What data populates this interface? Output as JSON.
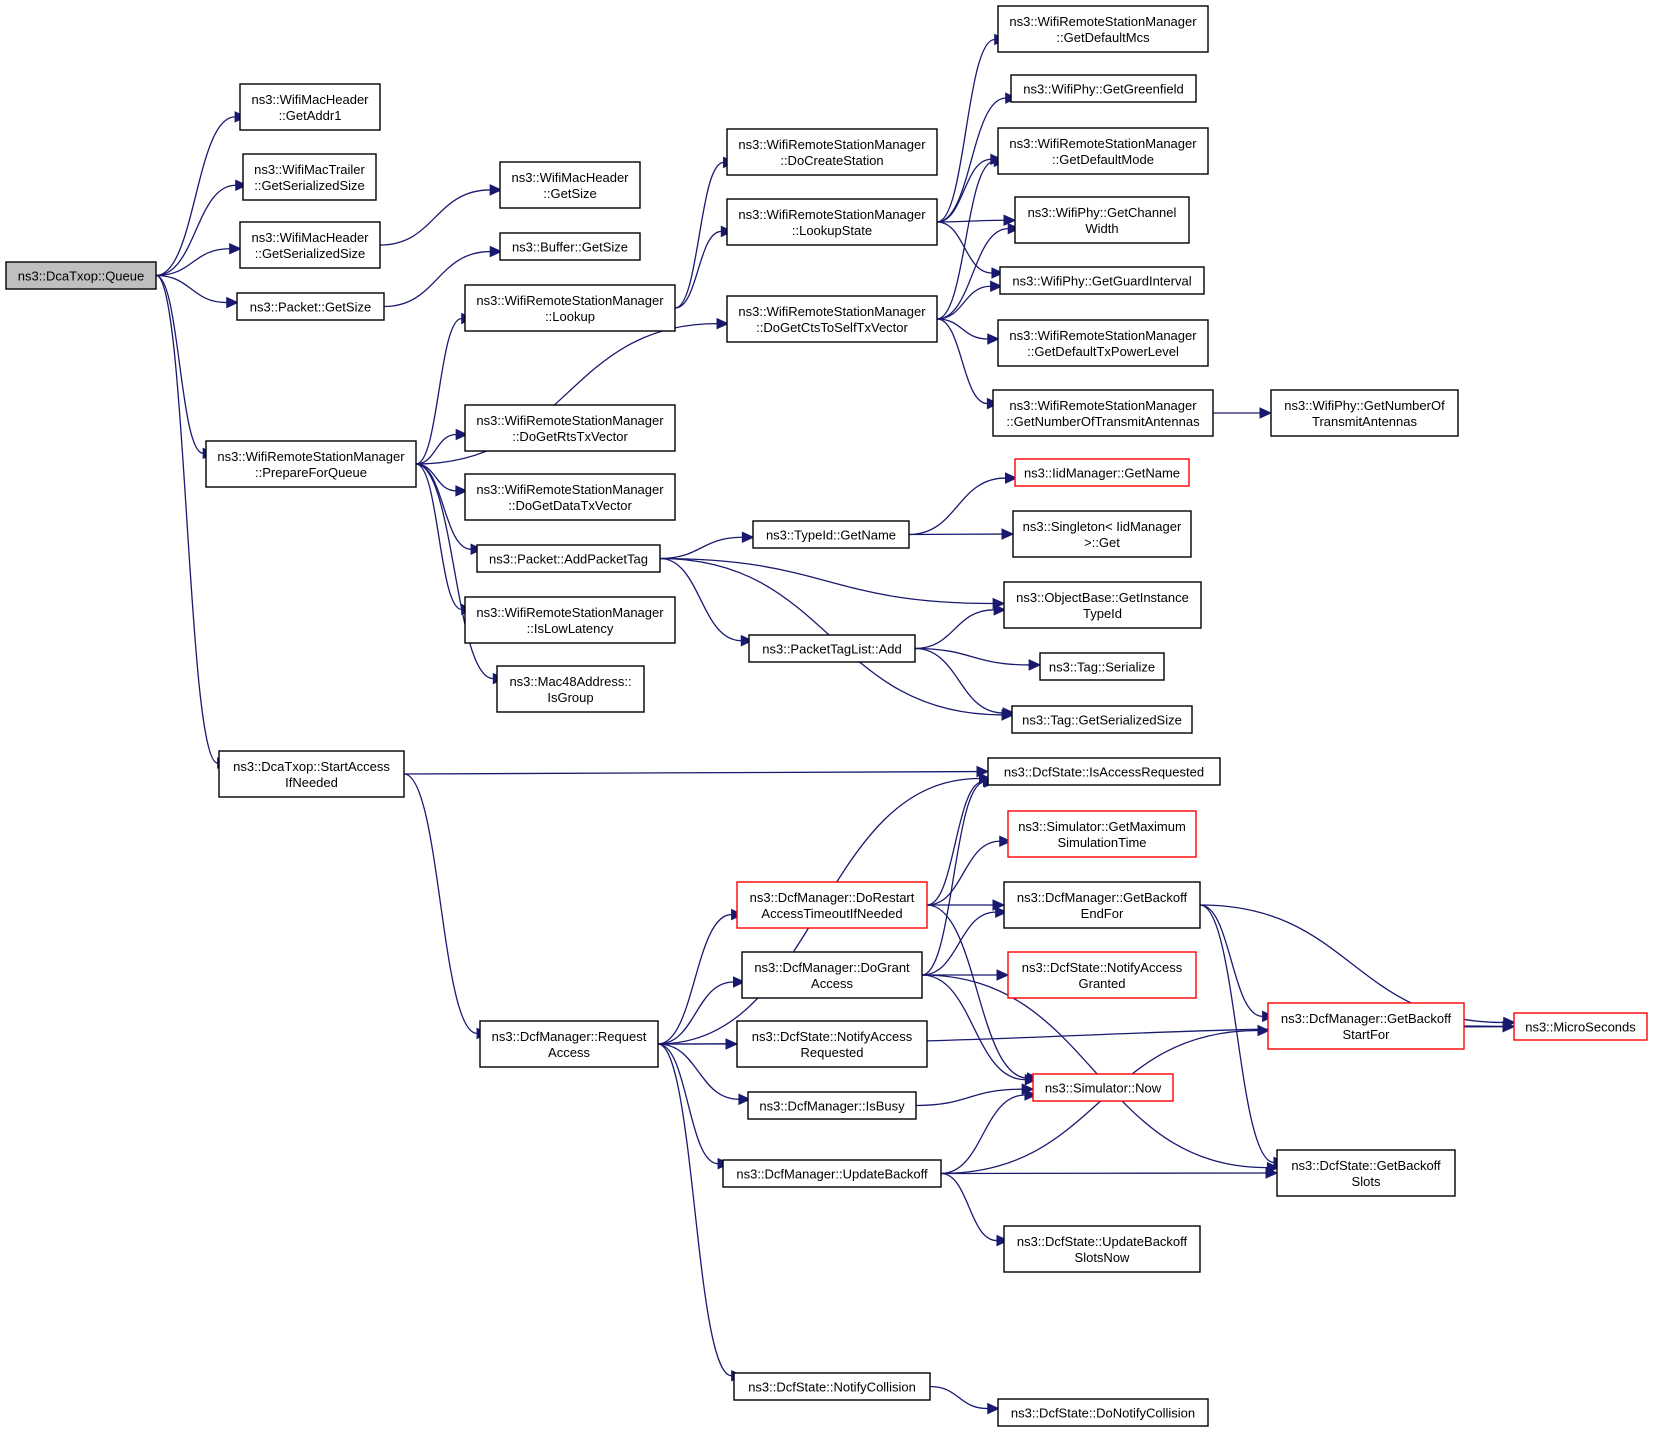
{
  "graph": {
    "line_color": "#191970",
    "truncated_border_color": "#ff0000",
    "root_fill": "#bfbfbf",
    "nodes": [
      {
        "id": "queue",
        "lines": [
          "ns3::DcaTxop::Queue"
        ],
        "root": true
      },
      {
        "id": "getaddr1",
        "lines": [
          "ns3::WifiMacHeader",
          "::GetAddr1"
        ]
      },
      {
        "id": "trailer_ser",
        "lines": [
          "ns3::WifiMacTrailer",
          "::GetSerializedSize"
        ]
      },
      {
        "id": "header_ser",
        "lines": [
          "ns3::WifiMacHeader",
          "::GetSerializedSize"
        ]
      },
      {
        "id": "packet_getsize",
        "lines": [
          "ns3::Packet::GetSize"
        ]
      },
      {
        "id": "prepare",
        "lines": [
          "ns3::WifiRemoteStationManager",
          "::PrepareForQueue"
        ]
      },
      {
        "id": "startaccess",
        "lines": [
          "ns3::DcaTxop::StartAccess",
          "IfNeeded"
        ]
      },
      {
        "id": "header_getsize",
        "lines": [
          "ns3::WifiMacHeader",
          "::GetSize"
        ]
      },
      {
        "id": "buffer_getsize",
        "lines": [
          "ns3::Buffer::GetSize"
        ]
      },
      {
        "id": "lookup",
        "lines": [
          "ns3::WifiRemoteStationManager",
          "::Lookup"
        ]
      },
      {
        "id": "rtstx",
        "lines": [
          "ns3::WifiRemoteStationManager",
          "::DoGetRtsTxVector"
        ]
      },
      {
        "id": "datatx",
        "lines": [
          "ns3::WifiRemoteStationManager",
          "::DoGetDataTxVector"
        ]
      },
      {
        "id": "addpackettag",
        "lines": [
          "ns3::Packet::AddPacketTag"
        ]
      },
      {
        "id": "islowlatency",
        "lines": [
          "ns3::WifiRemoteStationManager",
          "::IsLowLatency"
        ]
      },
      {
        "id": "isgroup",
        "lines": [
          "ns3::Mac48Address::",
          "IsGroup"
        ]
      },
      {
        "id": "docreate",
        "lines": [
          "ns3::WifiRemoteStationManager",
          "::DoCreateStation"
        ]
      },
      {
        "id": "lookupstate",
        "lines": [
          "ns3::WifiRemoteStationManager",
          "::LookupState"
        ]
      },
      {
        "id": "ctstoself",
        "lines": [
          "ns3::WifiRemoteStationManager",
          "::DoGetCtsToSelfTxVector"
        ]
      },
      {
        "id": "typeid_getname",
        "lines": [
          "ns3::TypeId::GetName"
        ]
      },
      {
        "id": "tagadd",
        "lines": [
          "ns3::PacketTagList::Add"
        ]
      },
      {
        "id": "defaultmcs",
        "lines": [
          "ns3::WifiRemoteStationManager",
          "::GetDefaultMcs"
        ]
      },
      {
        "id": "greenfield",
        "lines": [
          "ns3::WifiPhy::GetGreenfield"
        ]
      },
      {
        "id": "defaultmode",
        "lines": [
          "ns3::WifiRemoteStationManager",
          "::GetDefaultMode"
        ]
      },
      {
        "id": "channelwidth",
        "lines": [
          "ns3::WifiPhy::GetChannel",
          "Width"
        ]
      },
      {
        "id": "guardinterval",
        "lines": [
          "ns3::WifiPhy::GetGuardInterval"
        ]
      },
      {
        "id": "txpowerlevel",
        "lines": [
          "ns3::WifiRemoteStationManager",
          "::GetDefaultTxPowerLevel"
        ]
      },
      {
        "id": "numtxant",
        "lines": [
          "ns3::WifiRemoteStationManager",
          "::GetNumberOfTransmitAntennas"
        ]
      },
      {
        "id": "phy_numtxant",
        "lines": [
          "ns3::WifiPhy::GetNumberOf",
          "TransmitAntennas"
        ]
      },
      {
        "id": "iidmanager",
        "lines": [
          "ns3::IidManager::GetName"
        ],
        "truncated": true
      },
      {
        "id": "singleton",
        "lines": [
          "ns3::Singleton< IidManager",
          ">::Get"
        ]
      },
      {
        "id": "getinstance",
        "lines": [
          "ns3::ObjectBase::GetInstance",
          "TypeId"
        ]
      },
      {
        "id": "tagserialize",
        "lines": [
          "ns3::Tag::Serialize"
        ]
      },
      {
        "id": "tagsersize",
        "lines": [
          "ns3::Tag::GetSerializedSize"
        ]
      },
      {
        "id": "isaccessreq",
        "lines": [
          "ns3::DcfState::IsAccessRequested"
        ]
      },
      {
        "id": "requestaccess",
        "lines": [
          "ns3::DcfManager::Request",
          "Access"
        ]
      },
      {
        "id": "dorestart",
        "lines": [
          "ns3::DcfManager::DoRestart",
          "AccessTimeoutIfNeeded"
        ],
        "truncated": true
      },
      {
        "id": "dogrant",
        "lines": [
          "ns3::DcfManager::DoGrant",
          "Access"
        ]
      },
      {
        "id": "notifyreq",
        "lines": [
          "ns3::DcfState::NotifyAccess",
          "Requested"
        ]
      },
      {
        "id": "isbusy",
        "lines": [
          "ns3::DcfManager::IsBusy"
        ]
      },
      {
        "id": "updatebackoff",
        "lines": [
          "ns3::DcfManager::UpdateBackoff"
        ]
      },
      {
        "id": "notifycollision",
        "lines": [
          "ns3::DcfState::NotifyCollision"
        ]
      },
      {
        "id": "maxsimtime",
        "lines": [
          "ns3::Simulator::GetMaximum",
          "SimulationTime"
        ],
        "truncated": true
      },
      {
        "id": "backoffend",
        "lines": [
          "ns3::DcfManager::GetBackoff",
          "EndFor"
        ]
      },
      {
        "id": "notifygranted",
        "lines": [
          "ns3::DcfState::NotifyAccess",
          "Granted"
        ],
        "truncated": true
      },
      {
        "id": "simnow",
        "lines": [
          "ns3::Simulator::Now"
        ],
        "truncated": true
      },
      {
        "id": "updateslotsnow",
        "lines": [
          "ns3::DcfState::UpdateBackoff",
          "SlotsNow"
        ]
      },
      {
        "id": "donotifycollision",
        "lines": [
          "ns3::DcfState::DoNotifyCollision"
        ]
      },
      {
        "id": "backoffstart",
        "lines": [
          "ns3::DcfManager::GetBackoff",
          "StartFor"
        ],
        "truncated": true
      },
      {
        "id": "backoffslots",
        "lines": [
          "ns3::DcfState::GetBackoff",
          "Slots"
        ]
      },
      {
        "id": "microseconds",
        "lines": [
          "ns3::MicroSeconds"
        ],
        "truncated": true
      }
    ],
    "edges": [
      [
        "queue",
        "getaddr1"
      ],
      [
        "queue",
        "trailer_ser"
      ],
      [
        "queue",
        "header_ser"
      ],
      [
        "queue",
        "packet_getsize"
      ],
      [
        "queue",
        "prepare"
      ],
      [
        "queue",
        "startaccess"
      ],
      [
        "header_ser",
        "header_getsize"
      ],
      [
        "packet_getsize",
        "buffer_getsize"
      ],
      [
        "prepare",
        "lookup"
      ],
      [
        "prepare",
        "ctstoself"
      ],
      [
        "prepare",
        "rtstx"
      ],
      [
        "prepare",
        "datatx"
      ],
      [
        "prepare",
        "addpackettag"
      ],
      [
        "prepare",
        "islowlatency"
      ],
      [
        "prepare",
        "isgroup"
      ],
      [
        "lookup",
        "docreate"
      ],
      [
        "lookup",
        "lookupstate"
      ],
      [
        "lookupstate",
        "defaultmcs"
      ],
      [
        "lookupstate",
        "greenfield"
      ],
      [
        "lookupstate",
        "defaultmode"
      ],
      [
        "lookupstate",
        "channelwidth"
      ],
      [
        "lookupstate",
        "guardinterval"
      ],
      [
        "ctstoself",
        "defaultmode"
      ],
      [
        "ctstoself",
        "channelwidth"
      ],
      [
        "ctstoself",
        "guardinterval"
      ],
      [
        "ctstoself",
        "txpowerlevel"
      ],
      [
        "ctstoself",
        "numtxant"
      ],
      [
        "numtxant",
        "phy_numtxant"
      ],
      [
        "addpackettag",
        "typeid_getname"
      ],
      [
        "addpackettag",
        "getinstance"
      ],
      [
        "addpackettag",
        "tagadd"
      ],
      [
        "addpackettag",
        "tagsersize"
      ],
      [
        "typeid_getname",
        "iidmanager"
      ],
      [
        "typeid_getname",
        "singleton"
      ],
      [
        "tagadd",
        "getinstance"
      ],
      [
        "tagadd",
        "tagserialize"
      ],
      [
        "tagadd",
        "tagsersize"
      ],
      [
        "startaccess",
        "isaccessreq"
      ],
      [
        "startaccess",
        "requestaccess"
      ],
      [
        "requestaccess",
        "isaccessreq"
      ],
      [
        "requestaccess",
        "dorestart"
      ],
      [
        "requestaccess",
        "dogrant"
      ],
      [
        "requestaccess",
        "notifyreq"
      ],
      [
        "requestaccess",
        "isbusy"
      ],
      [
        "requestaccess",
        "updatebackoff"
      ],
      [
        "requestaccess",
        "notifycollision"
      ],
      [
        "requestaccess",
        "microseconds"
      ],
      [
        "dorestart",
        "isaccessreq"
      ],
      [
        "dorestart",
        "maxsimtime"
      ],
      [
        "dorestart",
        "backoffend"
      ],
      [
        "dorestart",
        "simnow"
      ],
      [
        "dogrant",
        "isaccessreq"
      ],
      [
        "dogrant",
        "backoffend"
      ],
      [
        "dogrant",
        "notifygranted"
      ],
      [
        "dogrant",
        "simnow"
      ],
      [
        "dogrant",
        "backoffslots"
      ],
      [
        "isbusy",
        "simnow"
      ],
      [
        "updatebackoff",
        "simnow"
      ],
      [
        "updatebackoff",
        "backoffstart"
      ],
      [
        "updatebackoff",
        "backoffslots"
      ],
      [
        "updatebackoff",
        "updateslotsnow"
      ],
      [
        "backoffend",
        "backoffstart"
      ],
      [
        "backoffend",
        "backoffslots"
      ],
      [
        "backoffend",
        "microseconds"
      ],
      [
        "backoffstart",
        "microseconds"
      ],
      [
        "notifycollision",
        "donotifycollision"
      ]
    ]
  }
}
